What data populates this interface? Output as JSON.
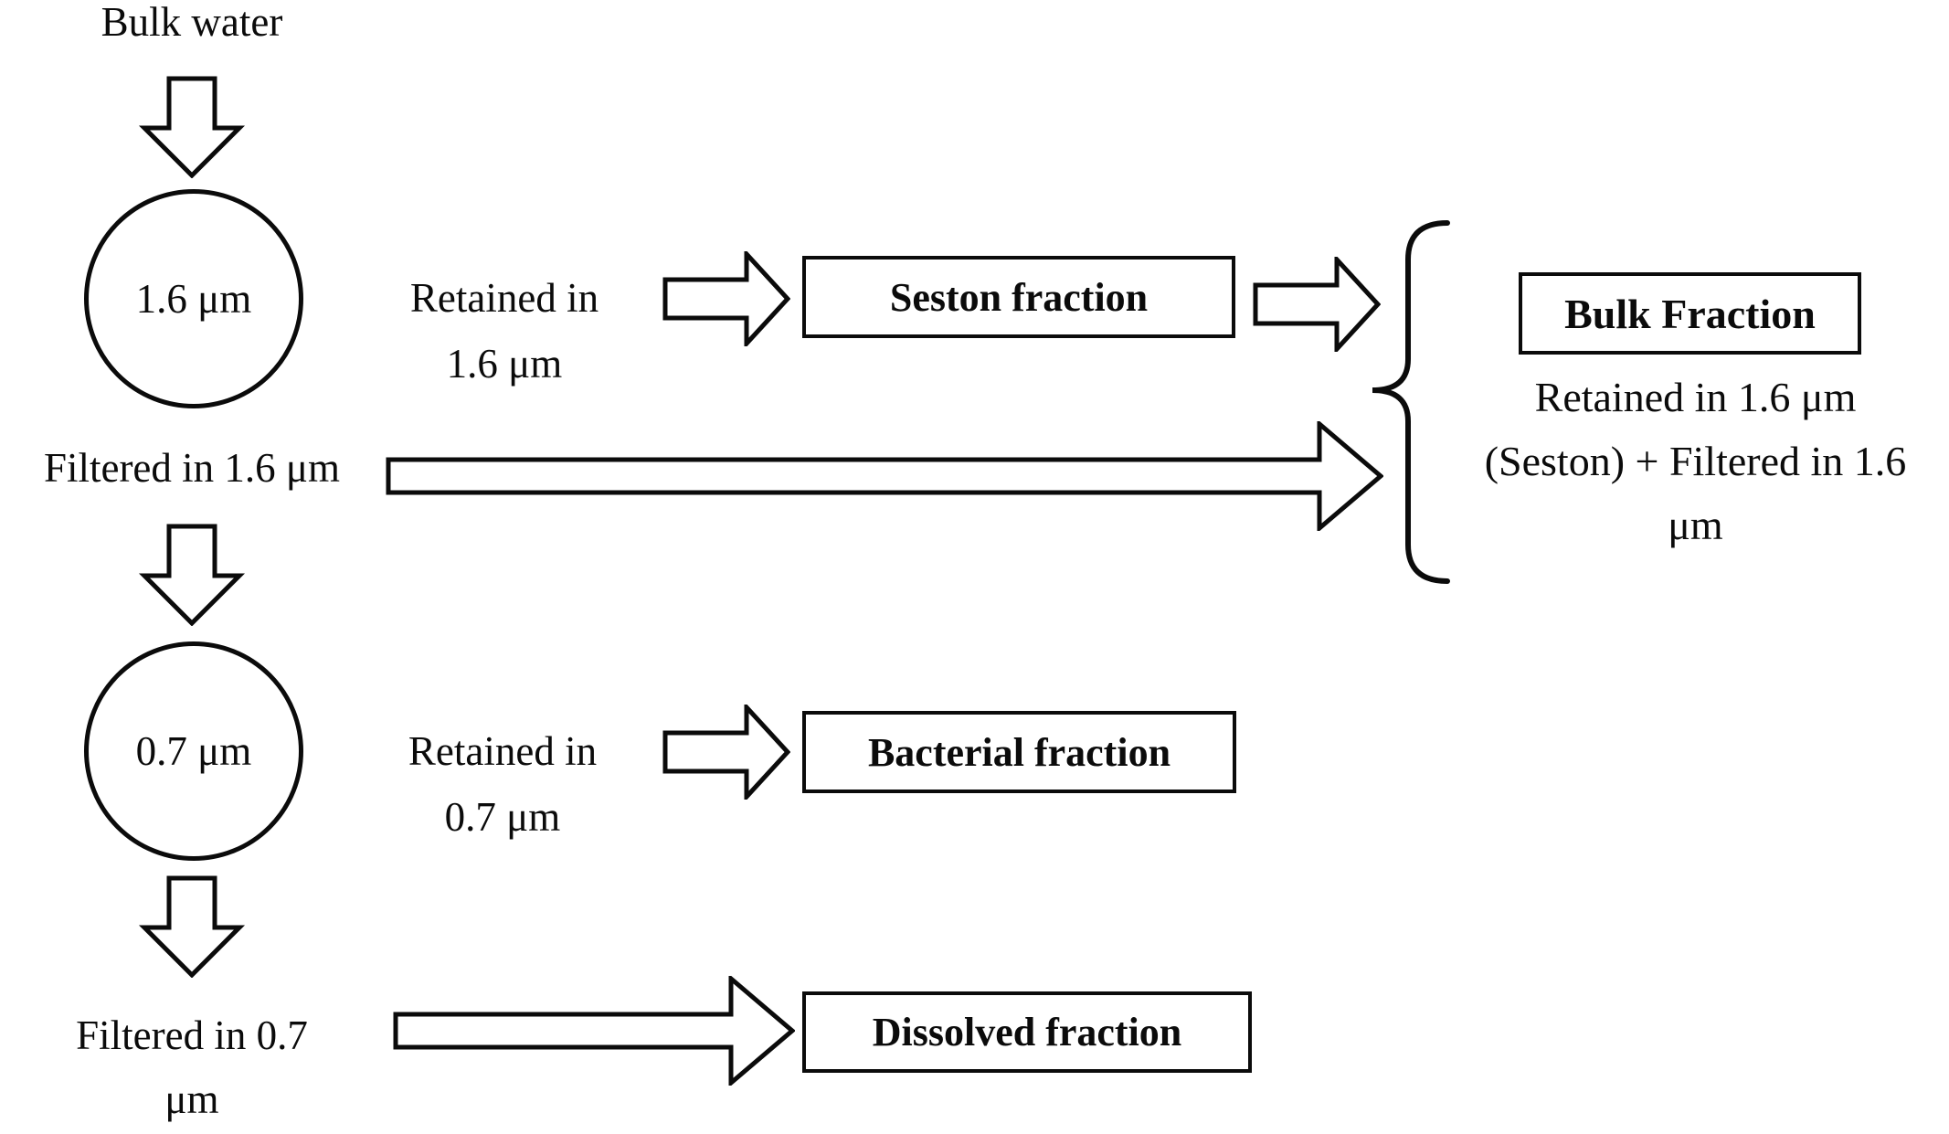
{
  "diagram": {
    "source_label": "Bulk water",
    "filter1": {
      "pore_size": "1.6 μm",
      "retained_line1": "Retained in",
      "retained_line2": "1.6 μm",
      "retained_box_label": "Seston fraction",
      "filtered_label": "Filtered in 1.6 μm"
    },
    "bulk_fraction": {
      "box_label": "Bulk Fraction",
      "desc_line1": "Retained in 1.6 μm",
      "desc_line2": "(Seston) + Filtered in 1.6",
      "desc_line3": "μm"
    },
    "filter2": {
      "pore_size": "0.7 μm",
      "retained_line1": "Retained in",
      "retained_line2": "0.7 μm",
      "retained_box_label": "Bacterial fraction",
      "filtered_line1": "Filtered in 0.7",
      "filtered_line2": "μm",
      "filtered_box_label": "Dissolved fraction"
    },
    "colors": {
      "stroke": "#0b0b0b",
      "background": "#ffffff"
    }
  }
}
